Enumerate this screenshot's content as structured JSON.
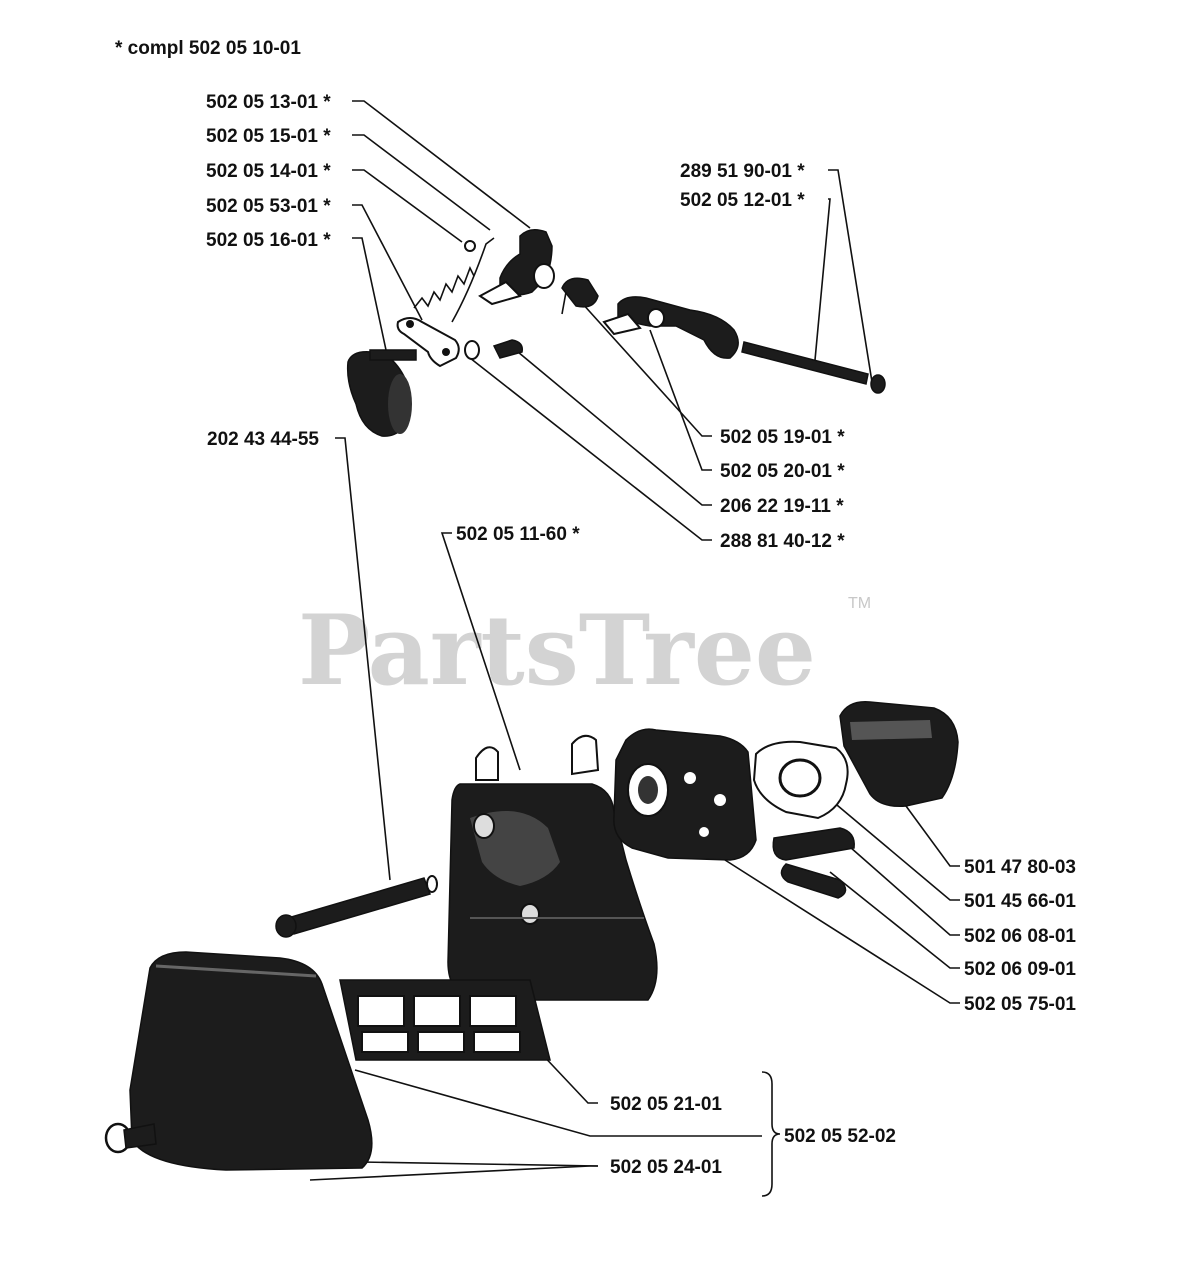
{
  "header": {
    "compl_note": "*  compl 502 05 10-01"
  },
  "watermark": {
    "text": "PartsTree",
    "tm": "TM"
  },
  "labels": {
    "p502051301": "502 05 13-01  *",
    "p502051501": "502 05 15-01  *",
    "p502051401": "502 05 14-01  *",
    "p502055301": "502 05 53-01  *",
    "p502051601": "502 05 16-01  *",
    "p289519001": "289 51 90-01  *",
    "p502051201": "502 05 12-01  *",
    "p502051901": "502 05 19-01  *",
    "p502052001": "502 05 20-01  *",
    "p206221911": "206 22 19-11  *",
    "p288814012": "288 81 40-12  *",
    "p502051160": "502 05 11-60  *",
    "p202434455": "202 43 44-55",
    "p501478003": "501 47 80-03",
    "p501456601": "501 45 66-01",
    "p502060801": "502 06 08-01",
    "p502060901": "502 06 09-01",
    "p502057501": "502 05 75-01",
    "p502052101": "502 05 21-01",
    "p502055202": "502 05 52-02",
    "p502052401": "502 05 24-01"
  },
  "colors": {
    "ink": "#111111",
    "watermark": "#d3d3d3",
    "background": "#ffffff"
  }
}
